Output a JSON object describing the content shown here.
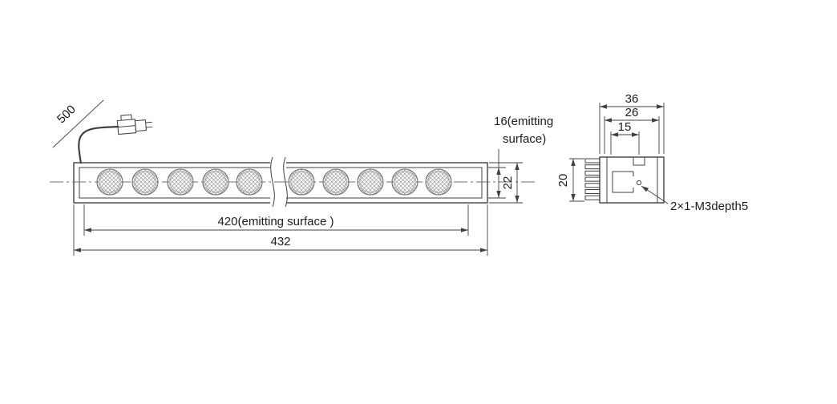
{
  "labels": {
    "cable_length": "500",
    "emitting_width": "420(emitting surface )",
    "total_length": "432",
    "bar_height": "22",
    "emitting_height_line1": "16(emitting",
    "emitting_height_line2": "surface)",
    "end_width": "36",
    "end_inner_width": "26",
    "hole_offset": "15",
    "end_height": "20",
    "hole_note": "2×1-M3depth5"
  },
  "colors": {
    "line": "#404040",
    "hatch": "#9b9b9b",
    "centerline": "#6f6f6f",
    "background": "#ffffff"
  }
}
